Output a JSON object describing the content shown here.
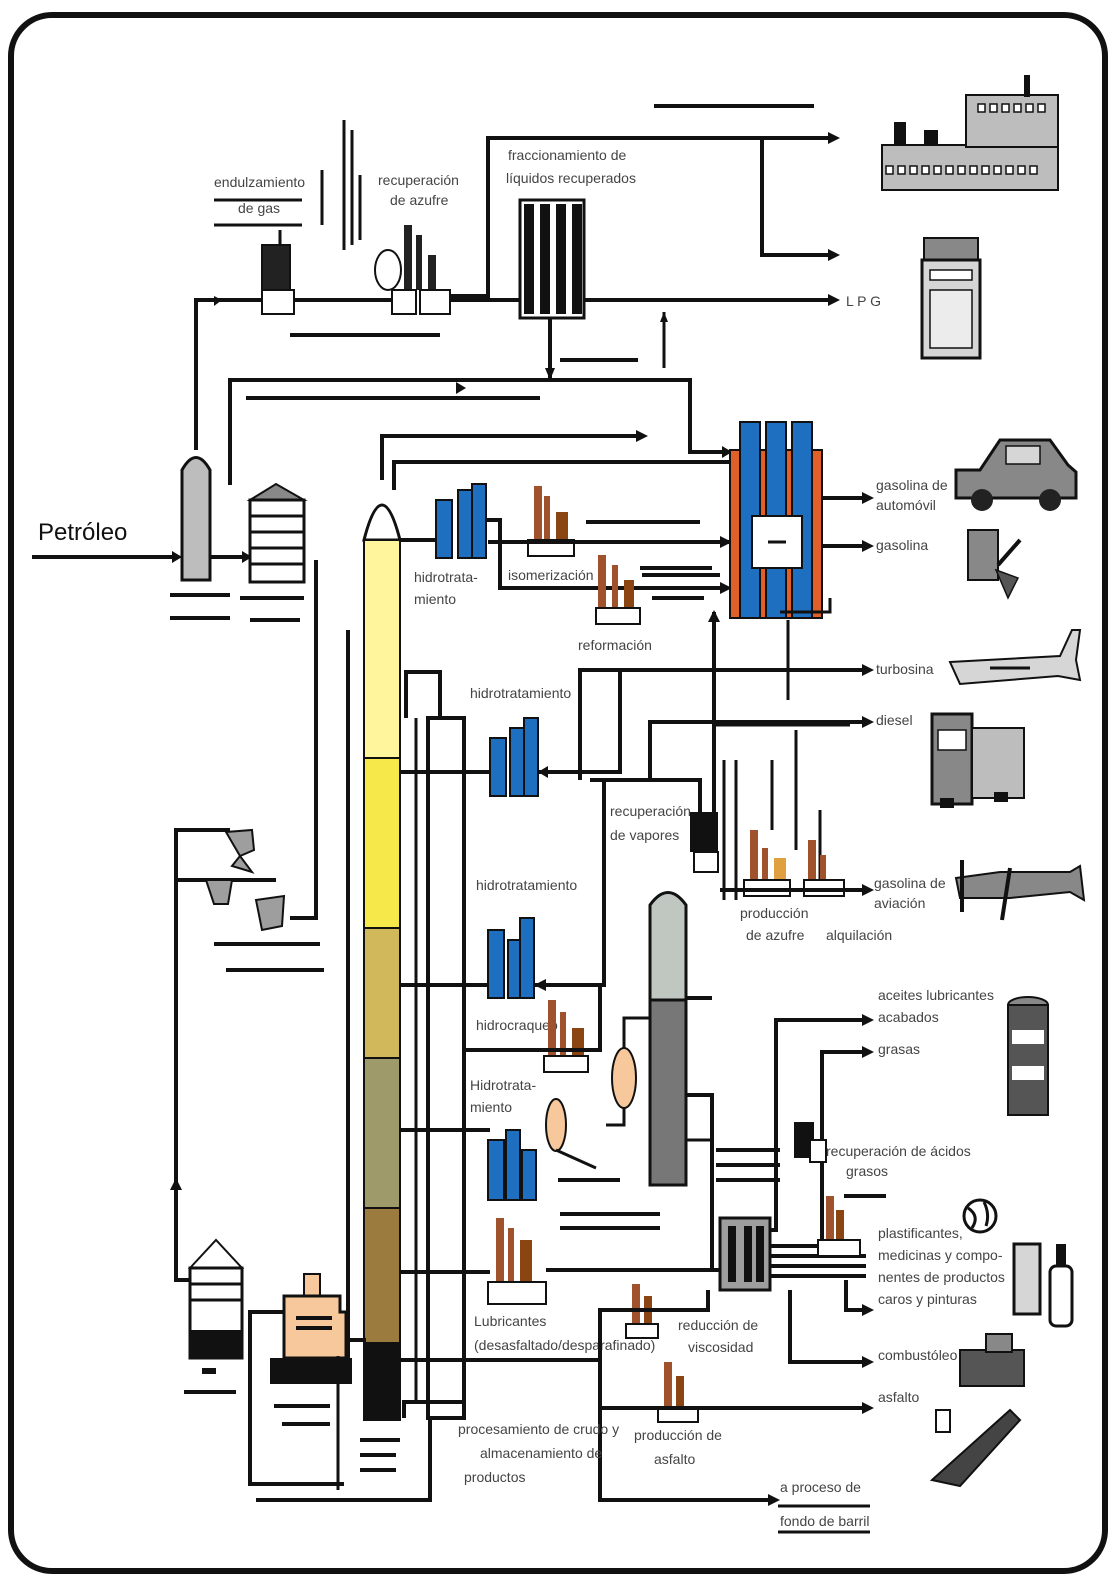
{
  "diagram": {
    "input_label": "Petróleo",
    "process_labels": {
      "gas_sweetening": [
        "endulzamiento",
        "de gas"
      ],
      "sulfur_recovery": [
        "recuperación",
        "de azufre"
      ],
      "ngl_fractionation": [
        "fraccionamiento de",
        "líquidos recuperados"
      ],
      "hydrotreating_1": [
        "hidrotrata-",
        "miento"
      ],
      "isomerization": [
        "isomerización"
      ],
      "reforming": [
        "reformación"
      ],
      "hydrotreating_2": [
        "hidrotratamiento"
      ],
      "hydrotreating_3": [
        "hidrotratamiento"
      ],
      "vapor_recovery": [
        "recuperación",
        "de vapores"
      ],
      "hydrocracking": [
        "hidrocraqueo"
      ],
      "hydrotreating_4": [
        "Hidrotrata-",
        "miento"
      ],
      "alkylation_production": [
        "producción",
        "de azufre"
      ],
      "alkylation": [
        "alquilación"
      ],
      "lubricants": [
        "Lubricantes",
        "(desasfaltado/desparafinado)"
      ],
      "visbreaking": [
        "reducción de",
        "viscosidad"
      ],
      "asphalt_production": [
        "producción de",
        "asfalto"
      ],
      "crude_preprocessing": [
        "procesamiento de crudo y",
        "almacenamiento de",
        "productos"
      ],
      "fatty_acid_recovery": [
        "recuperación de ácidos",
        "grasos"
      ]
    },
    "product_labels": {
      "lpg": "L P G",
      "auto_gasoline": [
        "gasolina de",
        "automóvil"
      ],
      "naphtha": "gasolina",
      "jet_fuel": "turbosina",
      "diesel": "diesel",
      "aviation_gasoline": [
        "gasolina de",
        "aviación"
      ],
      "lube_oils": [
        "aceites lubricantes",
        "acabados"
      ],
      "grease": "grasas",
      "petrochemicals": [
        "plastificantes,",
        "medicinas y compo-",
        "nentes de productos",
        "caros y pinturas"
      ],
      "fuel_oil": "combustóleo",
      "asphalt": "asfalto",
      "resid": [
        "a proceso de",
        "fondo de barril"
      ]
    },
    "colors": {
      "column_top": "#fff59d",
      "column_mid": "#f6e84a",
      "column_gold": "#d1b85a",
      "column_olive": "#9f9a6a",
      "column_brown": "#9c7b3e",
      "column_bottom": "#111111",
      "reactor_blue": "#1f6fc0",
      "reformer_orange": "#e0602a",
      "equipment_gray": "#9e9e9e",
      "coker_gray": "#bfc7c0",
      "tank_peach": "#f7c89b",
      "line_black": "#111111"
    },
    "icons": [
      "factory-icon",
      "stove-icon",
      "car-icon",
      "gas-can-icon",
      "airplane-icon",
      "truck-icon",
      "propeller-plane-icon",
      "oil-drum-icon",
      "globe-icon",
      "bottle-icon",
      "road-roller-icon",
      "scale-icon"
    ]
  }
}
